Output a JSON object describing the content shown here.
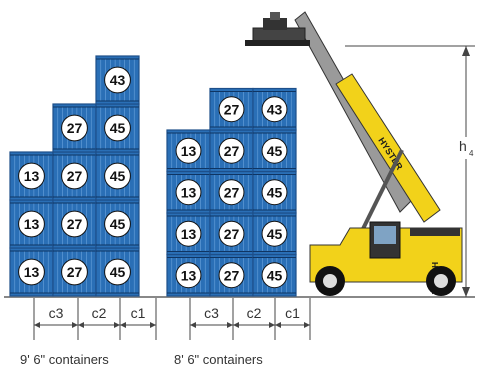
{
  "left_stack": {
    "caption": "9' 6\" containers",
    "columns": [
      {
        "label": "13",
        "tiers": 3
      },
      {
        "label": "27",
        "tiers": 4
      },
      {
        "label": "45",
        "tiers": 4
      },
      {
        "label": "43",
        "tiers": 1,
        "top_only": true
      }
    ],
    "dimensions": [
      "c3",
      "c2",
      "c1"
    ]
  },
  "right_stack": {
    "caption": "8' 6\" containers",
    "columns": [
      {
        "label": "13",
        "tiers": 4
      },
      {
        "label": "27",
        "tiers": 5
      },
      {
        "label": "45",
        "tiers": 4
      },
      {
        "label": "43",
        "tiers": 1,
        "top_only": true
      }
    ],
    "dimensions": [
      "c3",
      "c2",
      "c1"
    ]
  },
  "height_dimension": {
    "label": "h",
    "subscript": "4"
  },
  "machine": {
    "brand": "HYSTER",
    "color": "#f2d21a"
  },
  "colors": {
    "container": "#2a6fb6",
    "container_dark": "#1d4f8a",
    "ground": "#888888",
    "dimension": "#444444"
  }
}
